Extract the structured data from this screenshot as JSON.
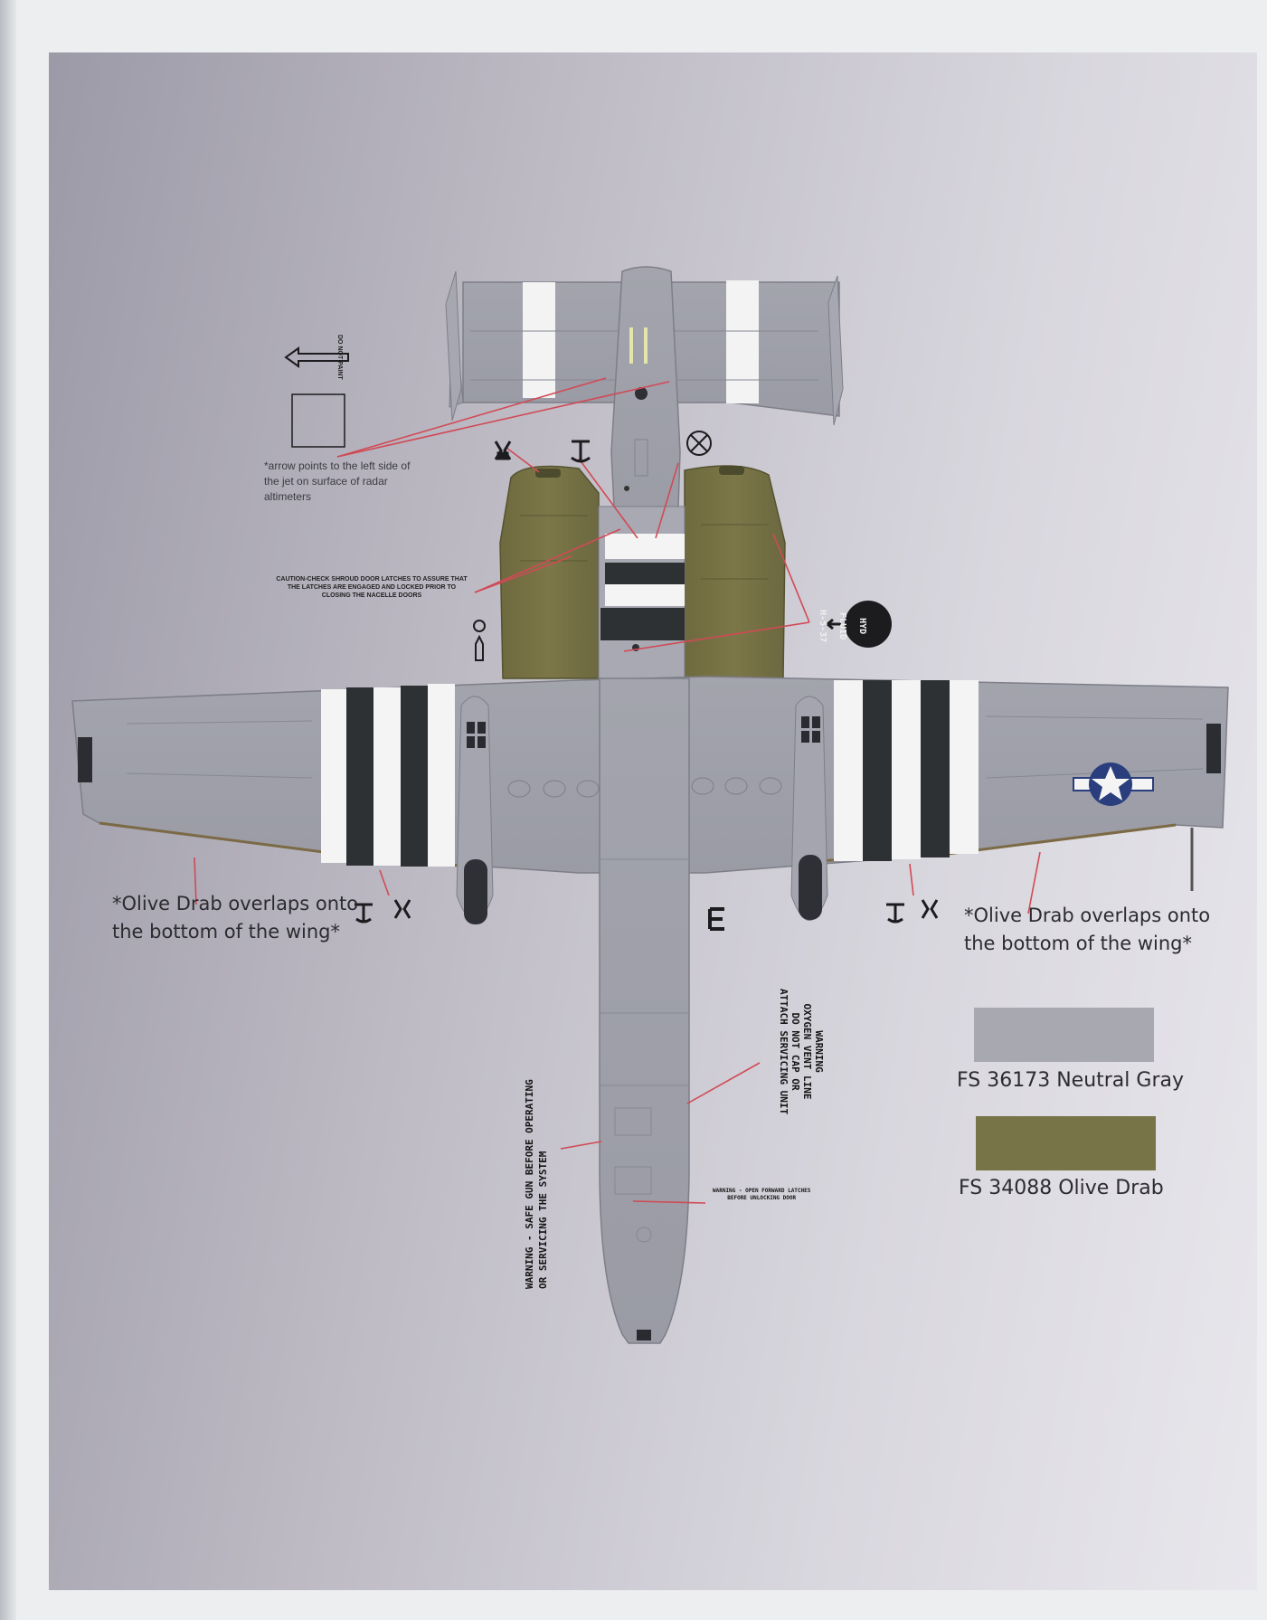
{
  "notes": {
    "arrow_note": "*arrow points to the left side of the jet on surface of radar altimeters",
    "do_not_paint": "DO NOT PAINT",
    "caution": "CAUTION-CHECK SHROUD DOOR LATCHES TO ASSURE THAT THE LATCHES ARE ENGAGED AND LOCKED PRIOR TO CLOSING THE NACELLE DOORS",
    "olive_left": "*Olive Drab overlaps onto the bottom of the wing*",
    "olive_right": "*Olive Drab overlaps onto the bottom of the wing*",
    "hyd_fluid_line1": "HYD",
    "hyd_fluid_line2": "FLUID",
    "hyd_fluid_line3": "H-5-37",
    "warning_oxygen": "WARNING\nOXYGEN VENT LINE\nDO NOT CAP OR\nATTACH SERVICING UNIT",
    "warning_gun": "WARNING - SAFE GUN BEFORE OPERATING\nOR SERVICING THE SYSTEM",
    "warning_latches": "WARNING - OPEN FORWARD LATCHES\nBEFORE UNLOCKING DOOR"
  },
  "legend": [
    {
      "label": "FS 36173 Neutral Gray",
      "color": "#a7a8b0"
    },
    {
      "label": "FS 34088 Olive Drab",
      "color": "#777447"
    }
  ],
  "colors": {
    "neutral_gray": "#a7a8b0",
    "olive_drab": "#777447",
    "stripe_black": "#2e3133",
    "stripe_white": "#f4f4f4",
    "callout_red": "#d14a55",
    "insignia_blue": "#2a3e7d"
  }
}
